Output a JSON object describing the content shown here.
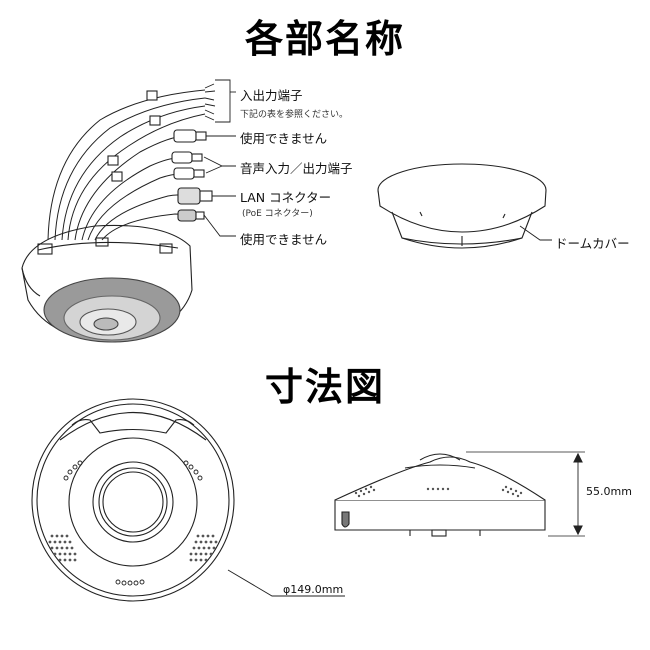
{
  "section_parts": {
    "title": "各部名称",
    "labels": {
      "io_terminal": "入出力端子",
      "io_note": "下記の表を参照ください。",
      "unused_1": "使用できません",
      "audio_io": "音声入力／出力端子",
      "lan": "LAN コネクター",
      "poe": "(PoE コネクター)",
      "unused_2": "使用できません",
      "dome_cover": "ドームカバー"
    }
  },
  "section_dimensions": {
    "title": "寸法図",
    "diameter": "φ149.0mm",
    "height": "55.0mm"
  }
}
